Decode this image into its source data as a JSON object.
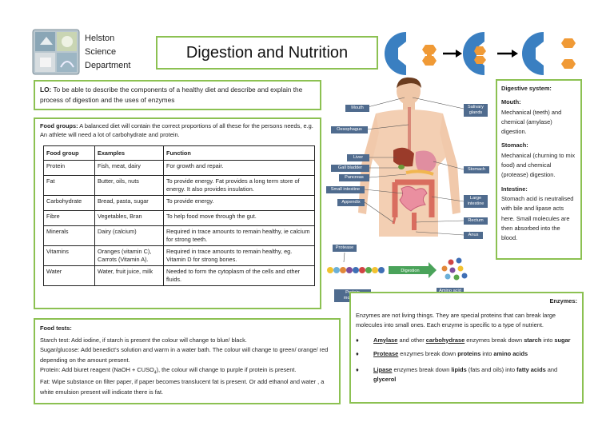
{
  "header": {
    "department_lines": [
      "Helston",
      "Science",
      "Department"
    ],
    "title": "Digestion and Nutrition"
  },
  "lo": {
    "label": "LO:",
    "text": " To be able to describe the components of a healthy diet and describe and explain the process  of digestion and the uses of enzymes"
  },
  "food_groups": {
    "label": "Food groups:",
    "intro": " A balanced diet will contain the correct proportions of  all these for the persons needs, e.g.  An athlete will need a lot of carbohydrate and protein.",
    "columns": [
      "Food group",
      "Examples",
      "Function"
    ],
    "rows": [
      {
        "group": "Protein",
        "examples": "Fish, meat, dairy",
        "function": "For growth and repair."
      },
      {
        "group": "Fat",
        "examples": "Butter, oils, nuts",
        "function": "To provide energy. Fat provides a long term store of energy. It also provides insulation."
      },
      {
        "group": "Carbohydrate",
        "examples": "Bread, pasta, sugar",
        "function": "To provide energy."
      },
      {
        "group": "Fibre",
        "examples": "Vegetables, Bran",
        "function": "To help food move through the gut."
      },
      {
        "group": "Minerals",
        "examples": "Dairy (calcium)",
        "function": "Required in trace amounts to remain healthy, ie calcium for  strong teeth."
      },
      {
        "group": "Vitamins",
        "examples": "Oranges (vitamin C), Carrots (Vitamin A).",
        "function": "Required in trace amounts to remain healthy, eg. Vitamin D for strong  bones."
      },
      {
        "group": "Water",
        "examples": "Water, fruit juice, milk",
        "function": "Needed to form the cytoplasm of the cells and other  fluids."
      }
    ]
  },
  "food_tests": {
    "label": "Food tests:",
    "starch": "Starch test: Add iodine, if starch is present the colour will change to blue/ black.",
    "sugar": "Sugar/glucose: Add benedict's solution and warm in a water bath. The colour will change to green/ orange/ red depending on the amount present.",
    "protein_a": "Protein: Add biuret reagent (NaOH + CUSO",
    "protein_sub": "4",
    "protein_b": "), the colour will change to purple if protein is present.",
    "fat": "Fat: Wipe substance on filter paper, if paper becomes translucent fat is present. Or add ethanol and water , a white emulsion present will indicate there is fat."
  },
  "digestive": {
    "heading": "Digestive system:",
    "mouth_heading": "Mouth:",
    "mouth_text": "Mechanical (teeth) and chemical (amylase) digestion.",
    "stomach_heading": "Stomach:",
    "stomach_text": "Mechanical (churning to mix food) and chemical (protease) digestion.",
    "intestine_heading": "Intestine:",
    "intestine_text": "Stomach acid is neutralised with bile and lipase acts here. Small molecules are then absorbed into the blood."
  },
  "diagram_labels": {
    "mouth": "Mouth",
    "oesophagus": "Oesophagus",
    "liver": "Liver",
    "gall_bladder": "Gall bladder",
    "pancreas": "Pancreas",
    "small_intestine": "Small intestine",
    "appendix": "Appendix",
    "salivary_glands": "Salivary glands",
    "stomach": "Stomach",
    "large_intestine": "Large intestine",
    "rectum": "Rectum",
    "anus": "Anus",
    "protease": "Protease",
    "digestion": "Digestion",
    "protein_molecule": "Protein molecule",
    "amino_acid_molecules": "Amino acid molecules"
  },
  "enzymes": {
    "heading": "Enzymes:",
    "intro": "Enzymes are not living things. They are special proteins that can break large molecules into small ones. Each enzyme is specific to a type of nutrient.",
    "bullet": "♦",
    "items": [
      {
        "a": "Amylase",
        "b": " and other ",
        "c": "carbohydrase",
        "d": " enzymes break down ",
        "e": "starch",
        "f": " into ",
        "g": "sugar"
      },
      {
        "a": "Protease",
        "b": " enzymes break down ",
        "c": "proteins",
        "d": " into ",
        "e": "amino acids"
      },
      {
        "a": "Lipase",
        "b": " enzymes break down ",
        "c": "lipids",
        "d": " (fats and oils) into ",
        "e": "fatty acids",
        "f": " and ",
        "g": "glycerol"
      }
    ]
  },
  "colors": {
    "border_green": "#8cc152",
    "enzyme_blue": "#3a7fc1",
    "substrate_orange": "#f09a36",
    "label_blue": "#4f6b8e"
  }
}
